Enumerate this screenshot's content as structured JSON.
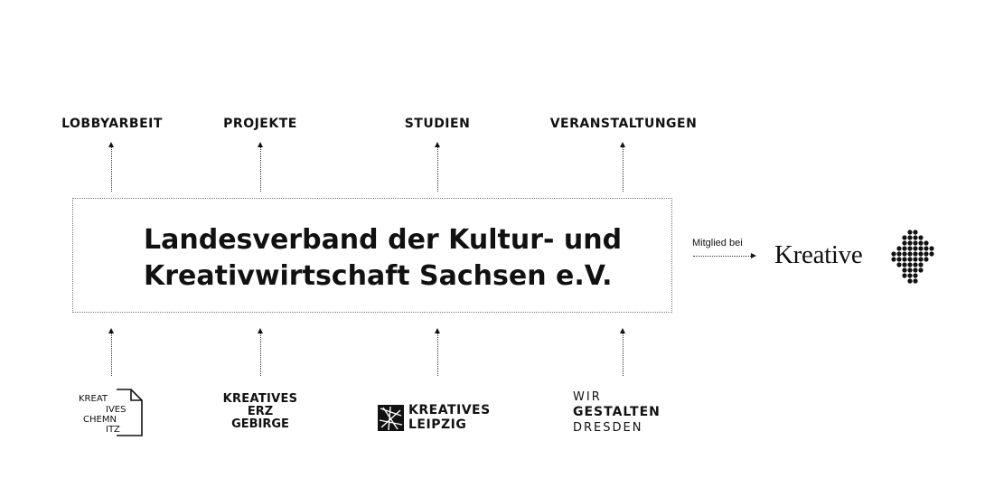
{
  "outputs": [
    "LOBBYARBEIT",
    "PROJEKTE",
    "STUDIEN",
    "VERANSTALTUNGEN"
  ],
  "main": {
    "title_line1": "Landesverband der Kultur- und",
    "title_line2": "Kreativwirtschaft Sachsen e.V."
  },
  "membership": {
    "label": "Mitglied bei",
    "org_name": "Kreative"
  },
  "members": {
    "chemnitz": {
      "lines": [
        "KREAT",
        "IVES",
        "CHEMN",
        "ITZ"
      ]
    },
    "erzgebirge": {
      "lines": [
        "KREATIVES",
        "ERZ",
        "GEBIRGE"
      ]
    },
    "leipzig": {
      "lines": [
        "KREATIVES",
        "LEIPZIG"
      ]
    },
    "dresden": {
      "lines": [
        "WIR",
        "GESTALTEN",
        "DRESDEN"
      ]
    }
  },
  "colors": {
    "ink": "#111111",
    "border": "#777777",
    "background": "#ffffff"
  }
}
